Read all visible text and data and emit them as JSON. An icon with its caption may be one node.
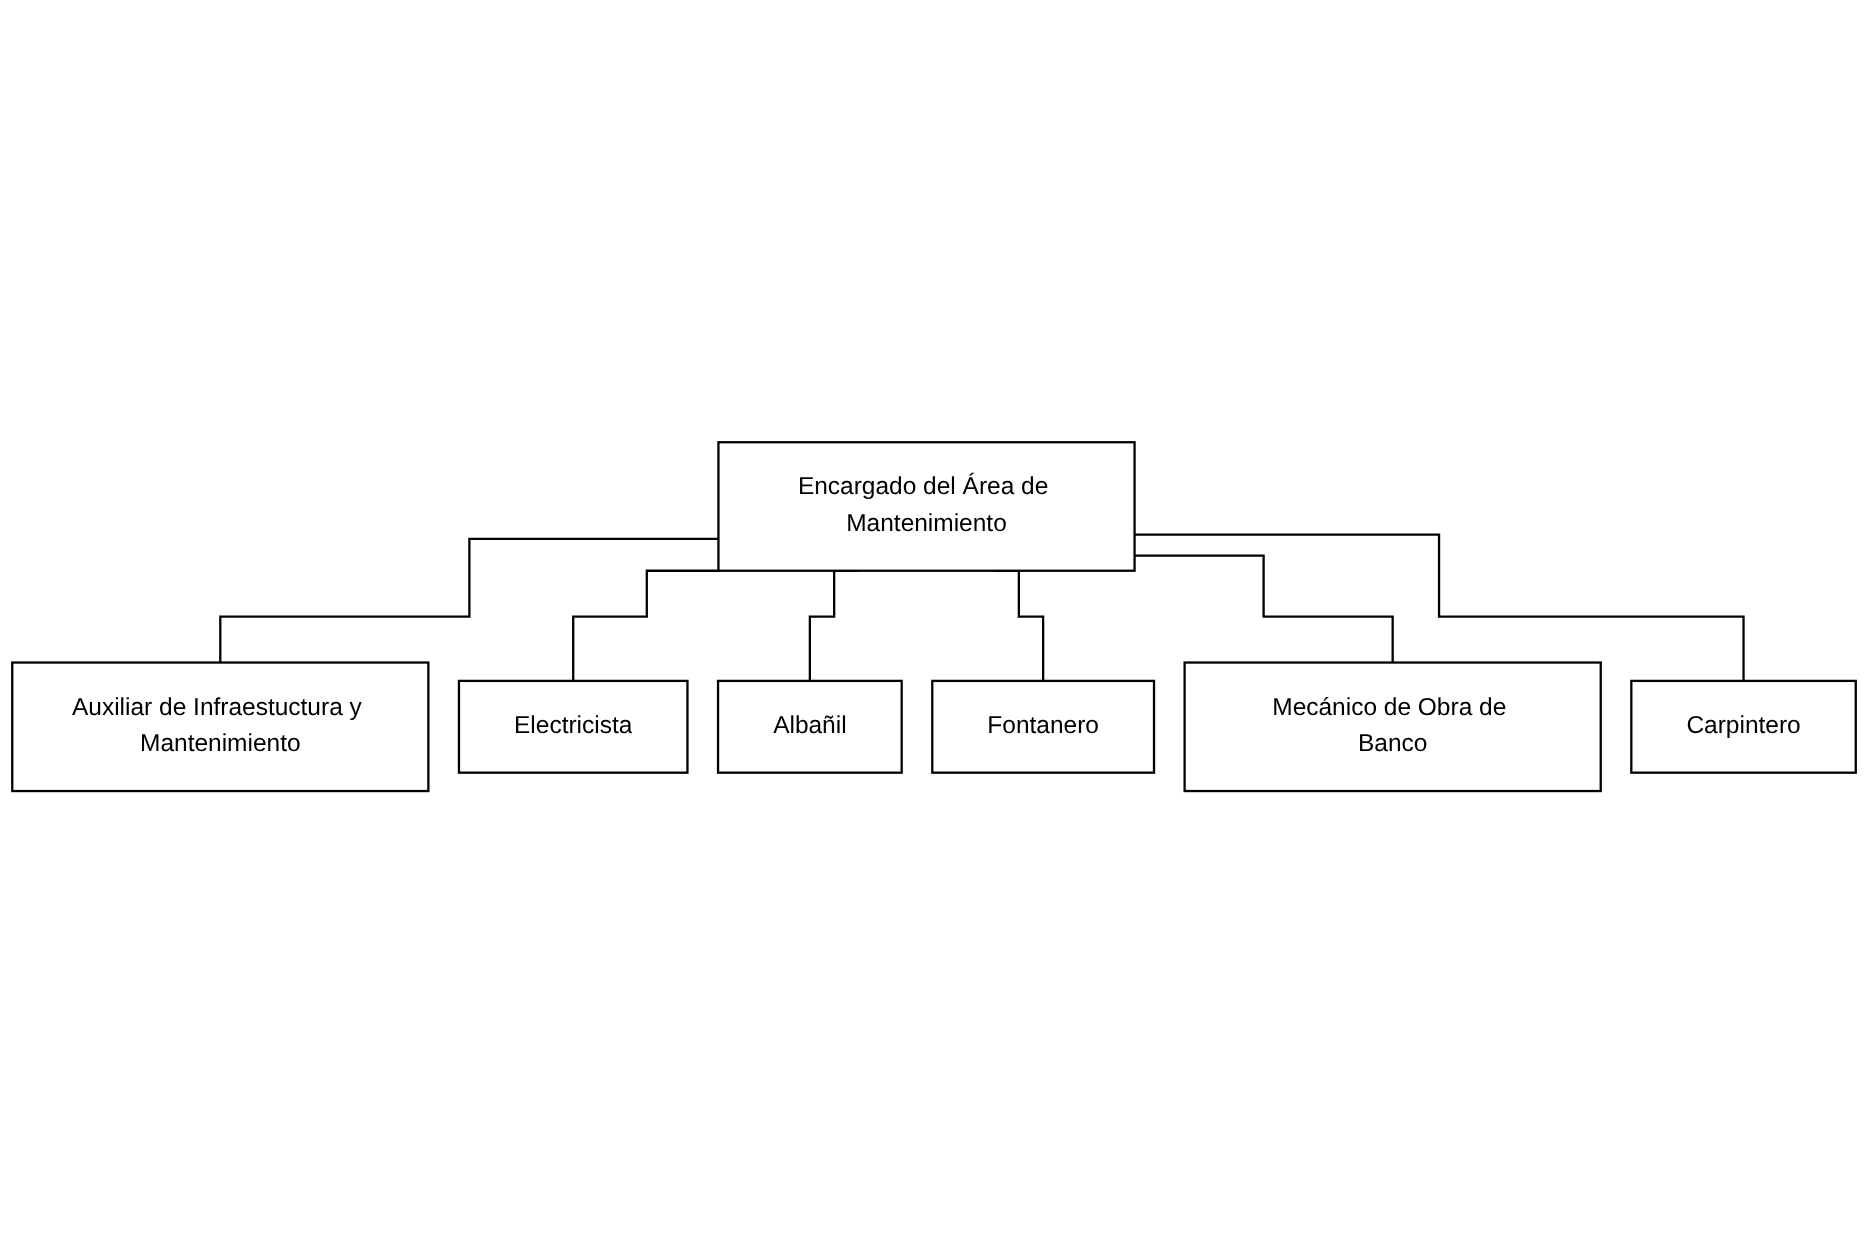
{
  "diagram": {
    "nodes": [
      {
        "text": [
          "Encargado del Área de Mantenimiento"
        ]
      },
      {
        "text": [
          "Auxiliar de Infraestuctura y Mantenimiento"
        ]
      },
      {
        "text": [
          "Electricista"
        ]
      },
      {
        "text": [
          "Albañil"
        ]
      },
      {
        "text": [
          "Fontanero"
        ]
      },
      {
        "text": [
          "Mecánico de Obra de Banco"
        ]
      },
      {
        "text": [
          "Carpintero"
        ]
      }
    ],
    "edges": [
      {
        "from": 0,
        "to": 1,
        "arrow": "none"
      },
      {
        "from": 0,
        "to": 2,
        "arrow": "none"
      },
      {
        "from": 0,
        "to": 3,
        "arrow": "none"
      },
      {
        "from": 0,
        "to": 4,
        "arrow": "none"
      },
      {
        "from": 0,
        "to": 5,
        "arrow": "none"
      },
      {
        "from": 0,
        "to": 6,
        "arrow": "none"
      }
    ]
  }
}
